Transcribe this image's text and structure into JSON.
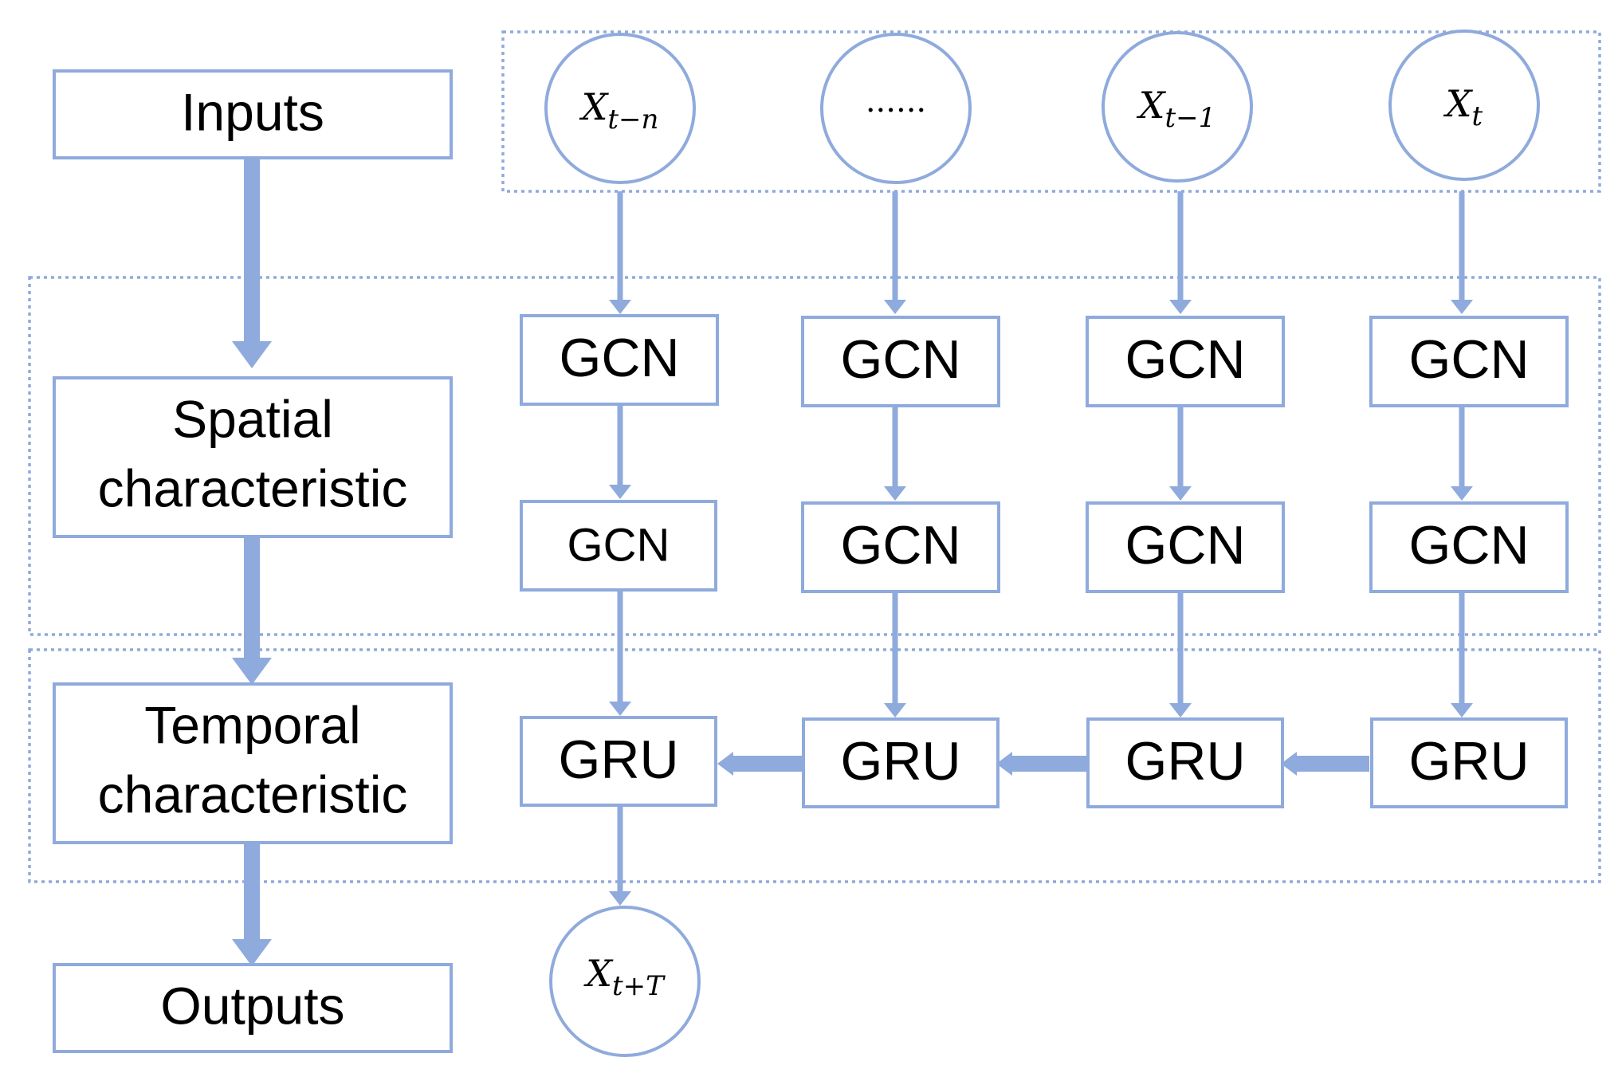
{
  "stages": {
    "inputs": "Inputs",
    "spatial_line1": "Spatial",
    "spatial_line2": "characteristic",
    "temporal_line1": "Temporal",
    "temporal_line2": "characteristic",
    "outputs": "Outputs"
  },
  "inputs": [
    {
      "base": "X",
      "sub": "t−n"
    },
    {
      "dots": "......"
    },
    {
      "base": "X",
      "sub": "t−1"
    },
    {
      "base": "X",
      "sub": "t"
    }
  ],
  "gcn_layer_1": [
    "GCN",
    "GCN",
    "GCN",
    "GCN"
  ],
  "gcn_layer_2": [
    "GCN",
    "GCN",
    "GCN",
    "GCN"
  ],
  "gru_layer": [
    "GRU",
    "GRU",
    "GRU",
    "GRU"
  ],
  "output": {
    "base": "X",
    "sub": "t+T"
  },
  "colors": {
    "accent": "#8faadc",
    "text": "#000000",
    "background": "#ffffff"
  }
}
